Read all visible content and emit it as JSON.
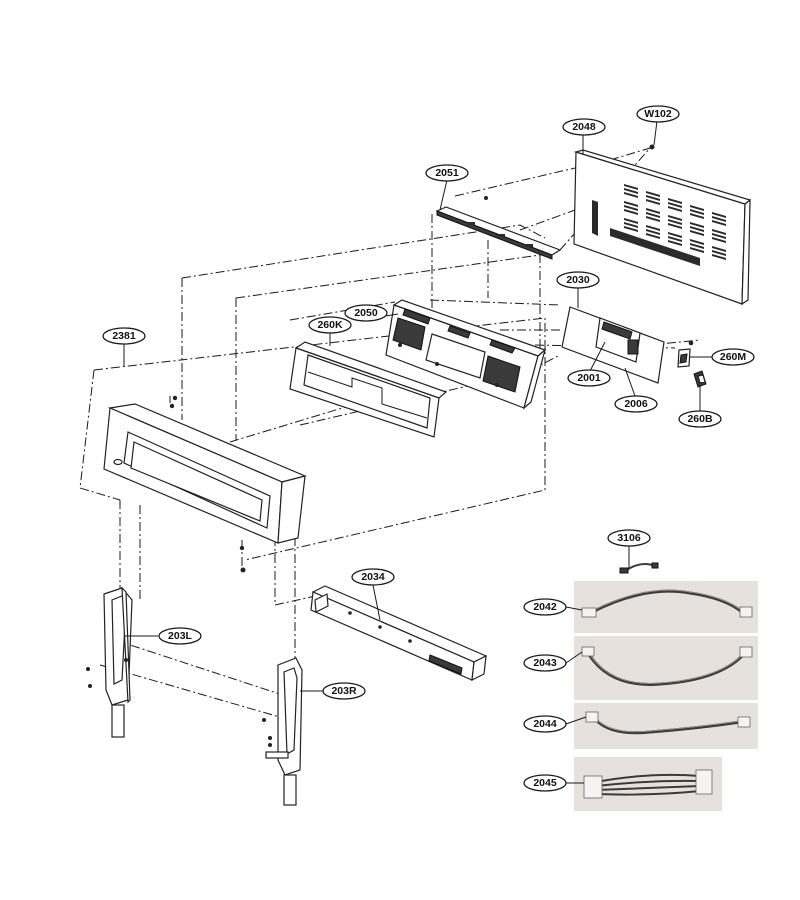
{
  "diagram": {
    "parts": [
      {
        "id": "2048",
        "label": "2048"
      },
      {
        "id": "W102",
        "label": "W102"
      },
      {
        "id": "2051",
        "label": "2051"
      },
      {
        "id": "2030",
        "label": "2030"
      },
      {
        "id": "2050",
        "label": "2050"
      },
      {
        "id": "260K",
        "label": "260K"
      },
      {
        "id": "2381",
        "label": "2381"
      },
      {
        "id": "260M",
        "label": "260M"
      },
      {
        "id": "2001",
        "label": "2001"
      },
      {
        "id": "2006",
        "label": "2006"
      },
      {
        "id": "260B",
        "label": "260B"
      },
      {
        "id": "3106",
        "label": "3106"
      },
      {
        "id": "2034",
        "label": "2034"
      },
      {
        "id": "203L",
        "label": "203L"
      },
      {
        "id": "203R",
        "label": "203R"
      },
      {
        "id": "2042",
        "label": "2042"
      },
      {
        "id": "2043",
        "label": "2043"
      },
      {
        "id": "2044",
        "label": "2044"
      },
      {
        "id": "2045",
        "label": "2045"
      }
    ]
  }
}
